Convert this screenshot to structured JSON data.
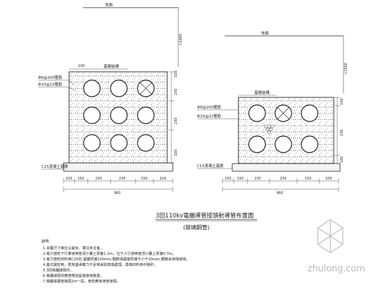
{
  "left_section": {
    "ground_label": "地面",
    "depth_label": ">1000",
    "dim_top": "100",
    "top_label": "基層結構",
    "rebar_label_1": "Φ6@200箍筋",
    "rebar_label_2": "Φ10@22箍筋",
    "right_dims": [
      "100",
      "230",
      "230",
      "100"
    ],
    "base_label": "C15混凝土基層",
    "bottom_dims": [
      "100",
      "150",
      "230",
      "230",
      "150",
      "100"
    ],
    "total_width": "960"
  },
  "right_section": {
    "ground_label": "地面",
    "depth_label": ">1500",
    "top_label": "基層結構",
    "rebar_label_1": "Φ6@200箍筋",
    "rebar_label_2": "Φ10@22箍筋",
    "right_dims": [
      "100",
      "230",
      "100"
    ],
    "base_label": "C15混凝土基層",
    "bottom_dims": [
      "100",
      "150",
      "230",
      "230",
      "150",
      "100"
    ],
    "total_width": "960"
  },
  "title": "3回110kv電纜導管接頭射導管布置圖",
  "subtitle": "(玻璃鋼管)",
  "notes": {
    "heading": "說明：",
    "items": [
      "1.本圖尺寸單位以毫米，標注未注者。",
      "2.電力管枕下行車道時管頂小覆土厚度1.2m，位于人行道時管頂小覆土厚度0.7m。",
      "3.電力管枕材料用C20砼,基礎厚度100mm,鋼筋保護層厚度不小于20mm,鋼筋采用搭接焊。",
      "4.基坑開挖時，若地基承載力不足時采取換填處理，換填材料用中粗砂。",
      "5.3回電纜接頭井，",
      "6.電纜接頭井應按規范設置接地裝置。",
      "7.電纜保護管接頭2m一段，管枕應有導管接頭。"
    ]
  },
  "watermark": "zhulong.com"
}
